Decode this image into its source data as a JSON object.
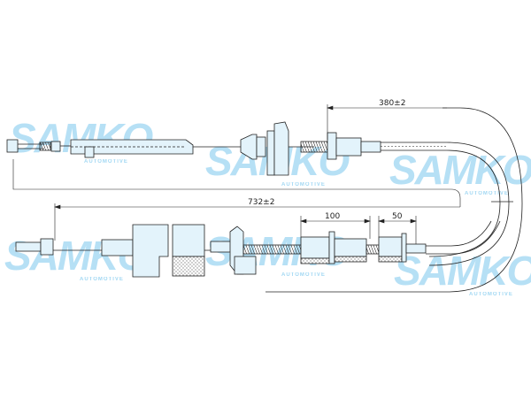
{
  "brand": {
    "logo_text": "SAMKO",
    "logo_tagline": "AUTOMOTIVE"
  },
  "dimensions": {
    "bend": "380±2",
    "total": "732±2",
    "sleeve": "100",
    "end": "50"
  },
  "colors": {
    "part_fill": "#e3f3fb",
    "outline": "#222222",
    "watermark": "#7cc8ee",
    "hatch": "#888888"
  }
}
